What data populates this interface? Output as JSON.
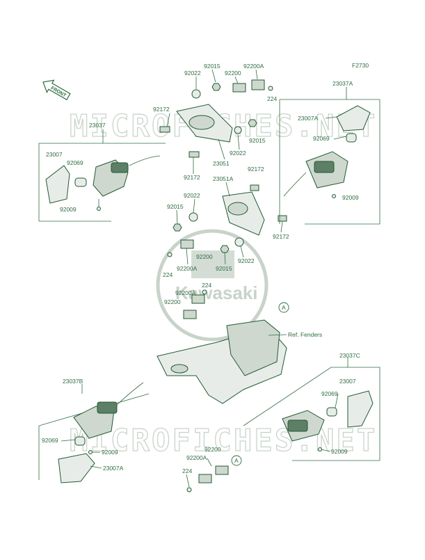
{
  "figure_code": "F2730",
  "front_label": "FRONT",
  "watermark_text": "MICROFICHES.NET",
  "logo_text": "Kawasaki",
  "ref_label": "Ref. Fenders",
  "ref_marker": "A",
  "colors": {
    "line": "#2f6b40",
    "watermark": "#c9d4cb"
  },
  "callouts": {
    "c_92015_a": "92015",
    "c_92022_a": "92022",
    "c_92200_a": "92200",
    "c_92200a_a": "92200A",
    "c_224_a": "224",
    "c_92172_a": "92172",
    "c_23037": "23037",
    "c_23007_a": "23007",
    "c_92069_a": "92069",
    "c_92009_a": "92009",
    "c_92022_b": "92022",
    "c_92015_b": "92015",
    "c_23051": "23051",
    "c_92172_b": "92172",
    "c_23051a": "23051A",
    "c_92172_c": "92172",
    "c_23037a": "23037A",
    "c_23007a_a": "23007A",
    "c_92069_b": "92069",
    "c_92009_b": "92009",
    "c_92022_c": "92022",
    "c_92015_c": "92015",
    "c_92172_d": "92172",
    "c_92200_b": "92200",
    "c_92200a_b": "92200A",
    "c_92015_d": "92015",
    "c_92022_d": "92022",
    "c_224_b": "224",
    "c_224_c": "224",
    "c_92200a_c": "92200A",
    "c_92200_c": "92200",
    "c_23037b": "23037B",
    "c_92069_c": "92069",
    "c_92009_c": "92009",
    "c_23007a_b": "23007A",
    "c_23037c": "23037C",
    "c_23007_b": "23007",
    "c_92069_d": "92069",
    "c_92009_d": "92009",
    "c_92200_d": "92200",
    "c_92200a_d": "92200A",
    "c_224_d": "224"
  }
}
